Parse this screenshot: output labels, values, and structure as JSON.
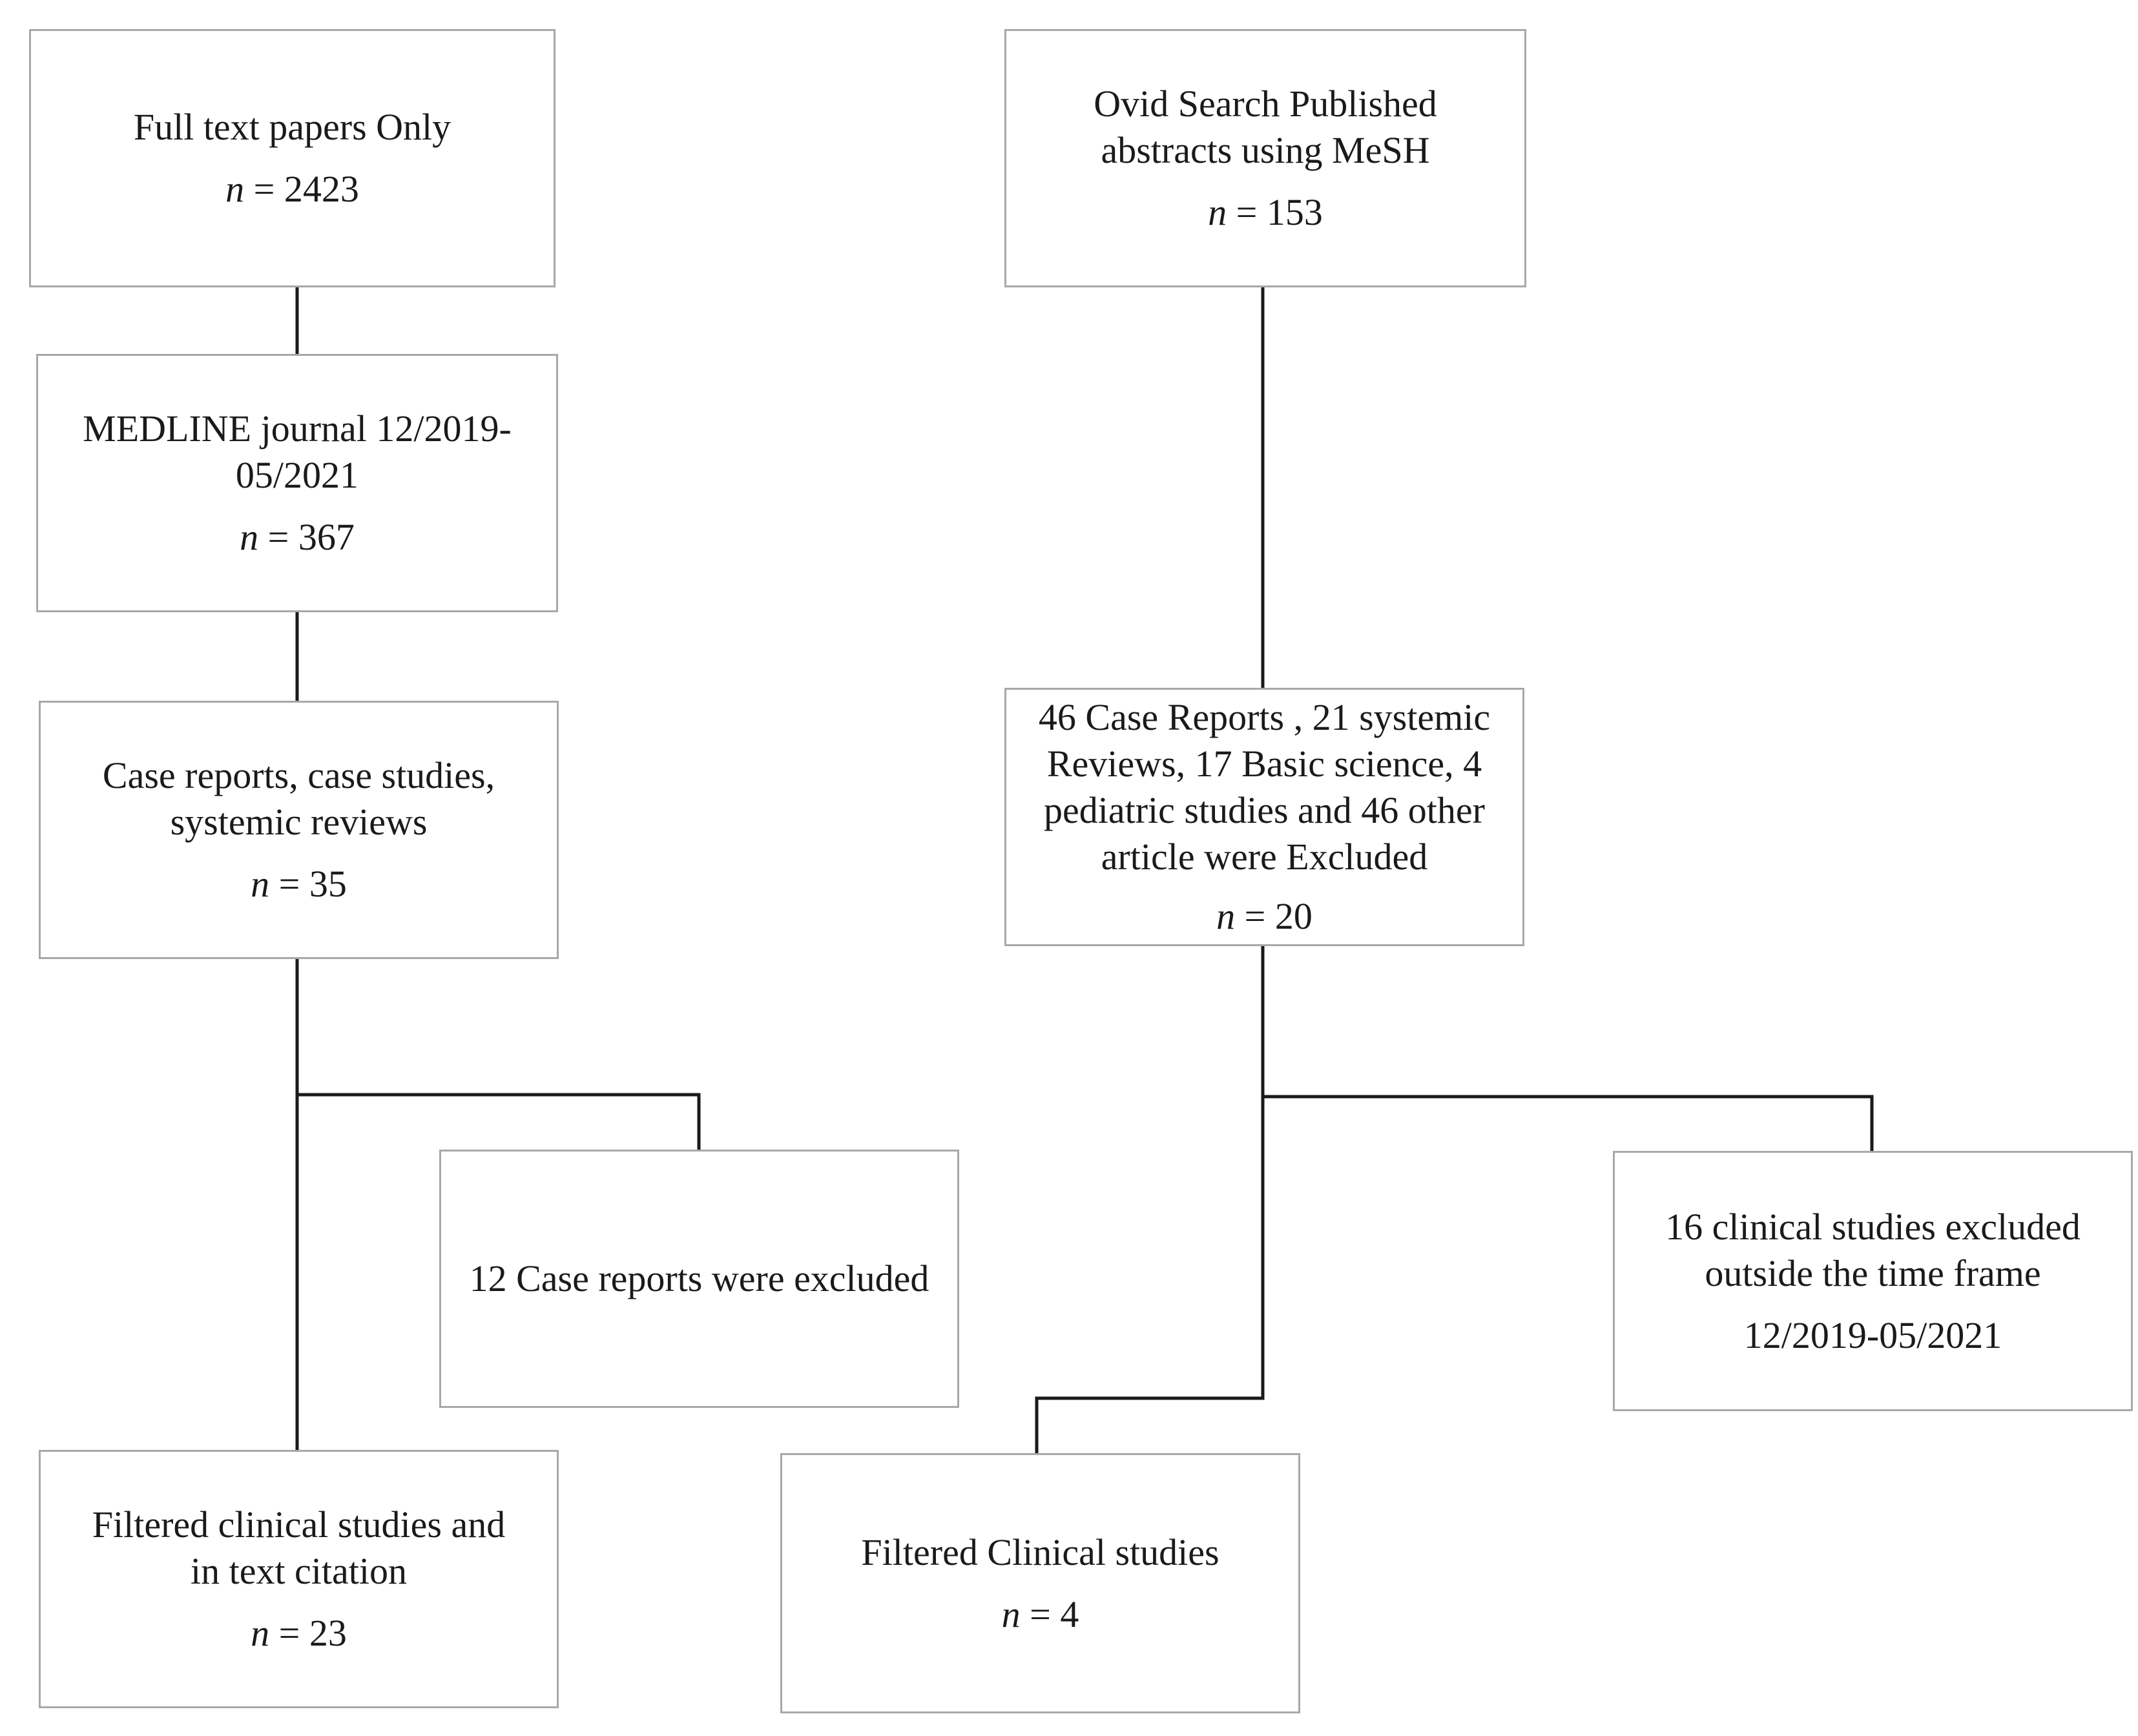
{
  "diagram": {
    "left_column": {
      "full_text": {
        "label": "Full text papers Only",
        "n_symbol": "n",
        "count": "= 2423"
      },
      "medline": {
        "label": "MEDLINE journal 12/2019-\n05/2021",
        "n_symbol": "n",
        "count": "= 367"
      },
      "case_reports": {
        "label": "Case reports, case studies,\nsystemic reviews",
        "n_symbol": "n",
        "count": "= 35"
      },
      "excluded_case_reports": {
        "label": "12 Case reports were excluded"
      },
      "filtered_clinical": {
        "label": "Filtered clinical studies and\nin text citation",
        "n_symbol": "n",
        "count": "=  23"
      }
    },
    "right_column": {
      "ovid_search": {
        "label": "Ovid Search Published\nabstracts using MeSH",
        "n_symbol": "n",
        "count": "= 153"
      },
      "excluded_mixed": {
        "label": "46 Case Reports , 21 systemic\nReviews, 17 Basic science, 4\npediatric studies and 46 other\narticle were Excluded",
        "n_symbol": "n",
        "count": "= 20"
      },
      "excluded_timeframe": {
        "label": "16 clinical studies excluded\noutside the time frame",
        "extra": "12/2019-05/2021"
      },
      "filtered_clinical": {
        "label": "Filtered Clinical studies",
        "n_symbol": "n",
        "count": "= 4"
      }
    }
  }
}
